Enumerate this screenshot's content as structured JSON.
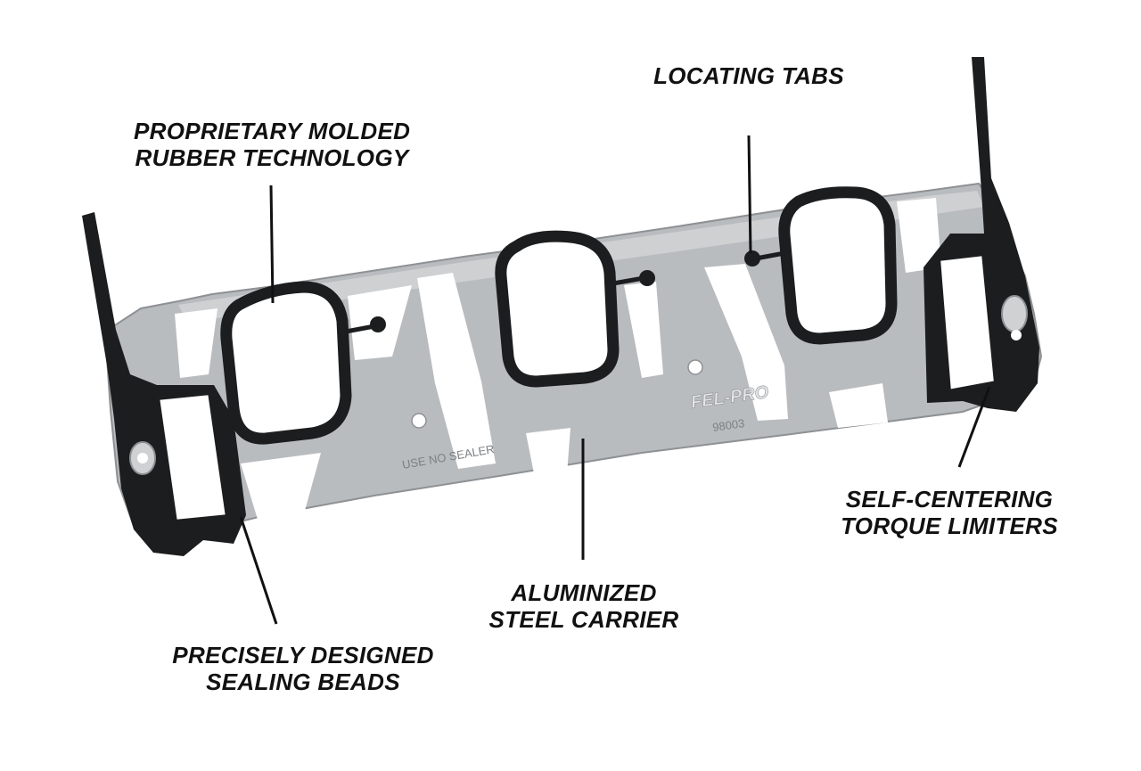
{
  "colors": {
    "background": "#ffffff",
    "steel": "#b9bcbf",
    "steel_light": "#d3d5d7",
    "steel_edge": "#8e9194",
    "rubber": "#1c1d1f",
    "text": "#111111",
    "leader": "#111111"
  },
  "callouts": {
    "rubber_tech": {
      "line1": "PROPRIETARY MOLDED",
      "line2": "RUBBER TECHNOLOGY"
    },
    "locating_tabs": {
      "line1": "LOCATING TABS"
    },
    "torque_limiters": {
      "line1": "SELF-CENTERING",
      "line2": "TORQUE LIMITERS"
    },
    "carrier": {
      "line1": "ALUMINIZED",
      "line2": "STEEL CARRIER"
    },
    "sealing_beads": {
      "line1": "PRECISELY DESIGNED",
      "line2": "SEALING BEADS"
    }
  },
  "gasket_stamps": {
    "brand": "FEL-PRO",
    "part_number": "98003",
    "instruction": "USE NO SEALER"
  }
}
